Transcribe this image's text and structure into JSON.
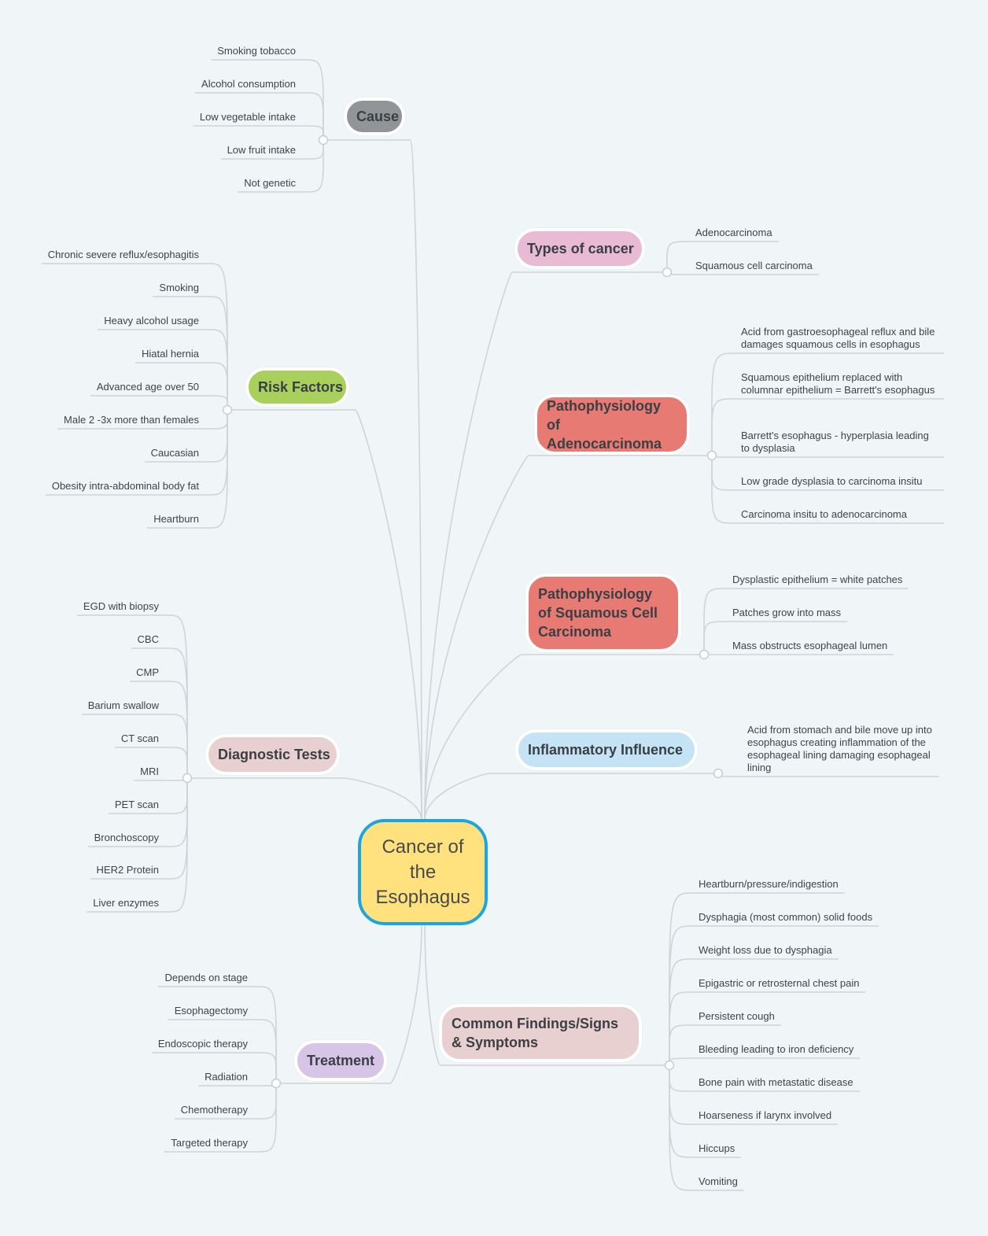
{
  "central_topic": "Cancer of the Esophagus",
  "branches": {
    "cause": {
      "label": "Cause",
      "color": "#929598",
      "items": [
        "Smoking tobacco",
        "Alcohol consumption",
        "Low vegetable intake",
        "Low fruit intake",
        "Not genetic"
      ]
    },
    "risk_factors": {
      "label": "Risk Factors",
      "color": "#a9cf5d",
      "items": [
        "Chronic severe reflux/esophagitis",
        "Smoking",
        "Heavy alcohol usage",
        "Hiatal hernia",
        "Advanced age over 50",
        "Male 2 -3x more than females",
        "Caucasian",
        "Obesity intra-abdominal body fat",
        "Heartburn"
      ]
    },
    "diagnostic_tests": {
      "label": "Diagnostic Tests",
      "color": "#e8d0d0",
      "items": [
        "EGD with biopsy",
        "CBC",
        "CMP",
        "Barium swallow",
        "CT scan",
        "MRI",
        "PET scan",
        "Bronchoscopy",
        "HER2 Protein",
        "Liver enzymes"
      ]
    },
    "treatment": {
      "label": "Treatment",
      "color": "#d6c5e7",
      "items": [
        "Depends on stage",
        "Esophagectomy",
        "Endoscopic therapy",
        "Radiation",
        "Chemotherapy",
        "Targeted therapy"
      ]
    },
    "types_of_cancer": {
      "label": "Types of cancer",
      "color": "#e8bad3",
      "items": [
        "Adenocarcinoma",
        "Squamous cell carcinoma"
      ]
    },
    "patho_adeno": {
      "label": "Pathophysiology of Adenocarcinoma",
      "color": "#e77b73",
      "items": [
        "Acid from gastroesophageal reflux and bile damages squamous cells in esophagus",
        "Squamous epithelium replaced with columnar epithelium = Barrett's esophagus",
        "Barrett's esophagus - hyperplasia leading to dysplasia",
        "Low grade dysplasia to carcinoma insitu",
        "Carcinoma insitu to adenocarcinoma"
      ]
    },
    "patho_squamous": {
      "label": "Pathophysiology of Squamous Cell Carcinoma",
      "color": "#e77b73",
      "items": [
        "Dysplastic epithelium = white patches",
        "Patches grow into mass",
        "Mass obstructs esophageal lumen"
      ]
    },
    "inflammatory": {
      "label": "Inflammatory Influence",
      "color": "#c4e3f4",
      "items": [
        "Acid from stomach and bile move up into esophagus creating inflammation of the esophageal lining damaging esophageal lining"
      ]
    },
    "findings": {
      "label": "Common Findings/Signs & Symptoms",
      "color": "#e8d0d0",
      "items": [
        "Heartburn/pressure/indigestion",
        "Dysphagia (most common) solid foods",
        "Weight loss due to dysphagia",
        "Epigastric or retrosternal chest pain",
        "Persistent cough",
        "Bleeding leading to iron deficiency",
        "Bone pain with metastatic disease",
        "Hoarseness if larynx involved",
        "Hiccups",
        "Vomiting"
      ]
    }
  }
}
